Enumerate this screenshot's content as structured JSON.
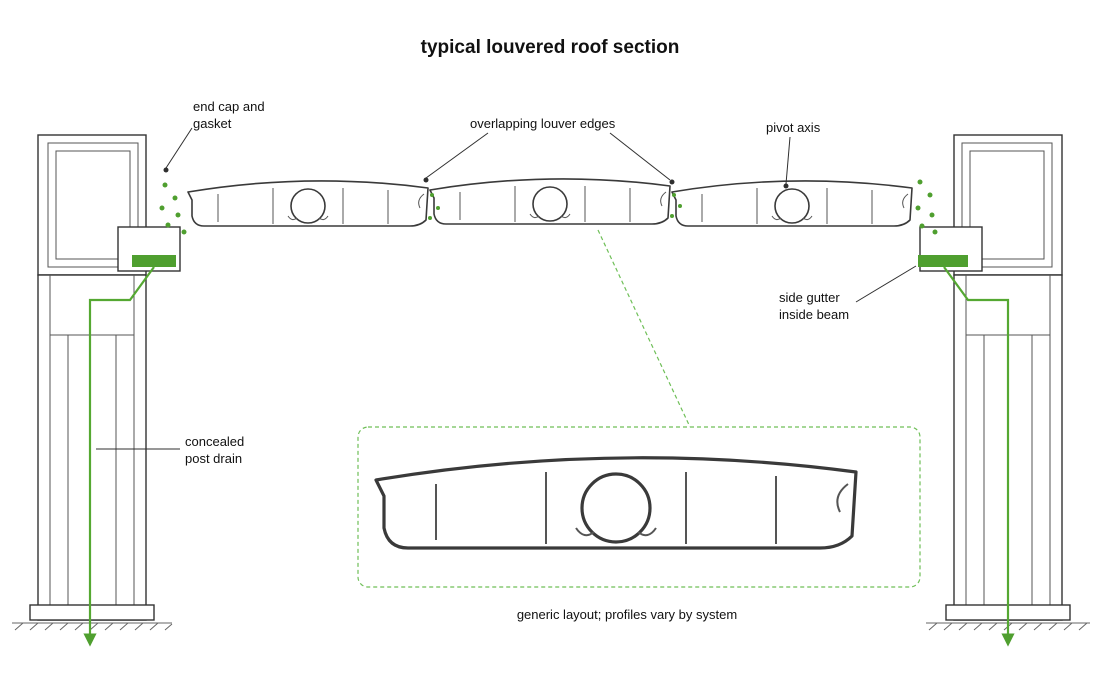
{
  "title": "typical louvered roof section",
  "labels": {
    "end_cap": "end cap and\ngasket",
    "overlap": "overlapping louver edges",
    "pivot": "pivot axis",
    "side_gutter": "side gutter\ninside beam",
    "post_drain": "concealed\npost drain"
  },
  "note": "generic layout; profiles vary by system",
  "colors": {
    "water": "#4f9f2f",
    "line": "#3a3a3a",
    "dashed_box": "#6fbf58"
  }
}
